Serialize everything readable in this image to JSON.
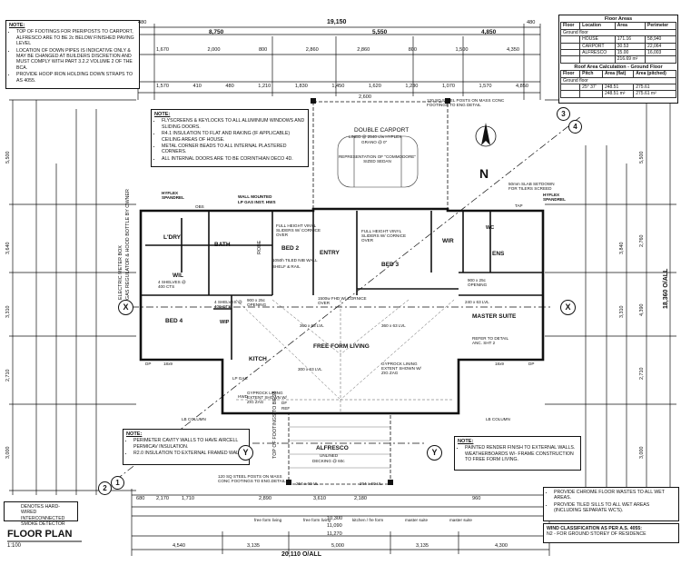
{
  "top_notes": {
    "title": "NOTE:",
    "items": [
      "TOP OF FOOTINGS FOR PIER/POSTS TO CARPORT, ALFRESCO ARE TO BE 2c BELOW FINISHED PAVING LEVEL",
      "LOCATION OF DOWN PIPES IS INDICATIVE ONLY & MAY BE CHANGED AT BUILDERS DISCRETION AND MUST COMPLY WITH PART 3.2.2 VOLUME 2 OF THE BCA.",
      "PROVIDE HOOP IRON HOLDING DOWN STRAPS TO AS 4055."
    ]
  },
  "floor_areas": {
    "title": "Floor Areas",
    "headers": [
      "Floor",
      "Location",
      "Area",
      "Perimeter"
    ],
    "group": "Ground floor",
    "rows": [
      [
        "",
        "HOUSE",
        "171.16",
        "58,940"
      ],
      [
        "",
        "CARPORT",
        "30.53",
        "22,064"
      ],
      [
        "",
        "ALFRESCO",
        "15.00",
        "16,003"
      ],
      [
        "",
        "",
        "216.69 m²",
        ""
      ]
    ]
  },
  "roof_areas": {
    "title": "Roof Area Calculation - Ground Floor",
    "headers": [
      "Floor",
      "Pitch",
      "Area (flat)",
      "Area (pitched)"
    ],
    "group": "Ground floor",
    "rows": [
      [
        "",
        "25° 37'",
        "248.51",
        "275.61"
      ],
      [
        "",
        "",
        "248.51 m²",
        "275.61 m²"
      ]
    ]
  },
  "mid_notes": {
    "title": "NOTE:",
    "items": [
      "FLYSCREENS & KEYLOCKS TO ALL ALUMINIUM WINDOWS AND SLIDING DOORS.",
      "R4.1 INSULATION TO FLAT AND RAKING (IF APPLICABLE) CEILING AREAS OF HOUSE.",
      "METAL CORNER BEADS TO ALL INTERNAL PLASTERED CORNERS.",
      "ALL INTERNAL DOORS ARE TO BE CORINTHIAN DECO 4D."
    ]
  },
  "carport": {
    "label": "DOUBLE CARPORT",
    "line2": "LINED @ 2540 c/w HYFLEX",
    "line3": "GRANO @ 0\"",
    "rep": "REPRESENTATION OF \"COMMODORE\" SIZED SEDAN",
    "posts": "120 SQ STEEL POSTS ON MASS CONC FOOTINGS TO ENG DETAIL"
  },
  "north": {
    "label": "N"
  },
  "rooms": {
    "bed2": "BED 2",
    "bed3": "BED 3",
    "bed4": "BED 4",
    "entry": "ENTRY",
    "master": "MASTER SUITE",
    "living": "FREE FORM LIVING",
    "kitchen": "KITCH",
    "wir": "WIR",
    "ldry": "L'DRY",
    "bath": "BATH",
    "ens": "ENS",
    "wc": "WC",
    "wil": "WIL",
    "alfresco": "ALFRESCO",
    "alfresco_sub": "UNLINED",
    "alfresco_sub2": "DECKING @ 60c",
    "robe": "ROBE"
  },
  "labels": {
    "wall_mounted": "WALL MOUNTED",
    "gas_inst": "LP GAS INST. HWS",
    "hyflex_left": "HYFLEX SPANDREL",
    "hyflex_right": "HYFLEX SPANDREL",
    "slab_setdown": "50mm SLAB SETDOWN FOR TILERS SCREED",
    "bed2_sliders": "FULL HEIGHT VINYL SLIDERS W/ CORNICE OVER",
    "bed3_sliders": "FULL HEIGHT VINYL SLIDERS W/ CORNICE OVER",
    "nib_wall": "1050h TILED NIB WALL",
    "shelf_rail": "SHELF & RAIL",
    "shelves_wil": "4 SHELVES @ 400 CTS",
    "shelves_wip": "4 SHELVES @ 400 CTS",
    "opening_l": "900 x 25c OPENING",
    "opening_r": "900 x 25c OPENING",
    "cornice_over": "1500w FHD W/ CORNICE OVER",
    "refer_detail": "REFER TO DETAIL ANC. SHT 2",
    "gyprock_l": "GYPROCK LINING EXTENT SHOWN W/ ZIG ZAG",
    "gyprock_r": "GYPROCK LINING EXTENT SHOWN W/ ZIG ZAG",
    "lb_left": "LB COLUMN",
    "lb_right": "LB COLUMN",
    "electric_meter": "ELECTRIC METER BOX",
    "gas_regulator": "GAS REGULATOR & HOOD BOTTLE BY OWNER",
    "alfresco_posts": "120 SQ STEEL POSTS ON MASS CONC FOOTINGS TO ENG.DETAIL",
    "top_footings": "TOP OF FOOTINGS TO BE 25",
    "wip": "WIP",
    "obs_a": "OBS",
    "tap": "TAP",
    "df": "DF",
    "ref": "REF",
    "lpgas": "LP GAS",
    "hwd": "HWD"
  },
  "perimeter_note": {
    "title": "NOTE:",
    "items": [
      "PERIMETER CAVITY WALLS TO HAVE AIRCELL PERMICAV INSULATION.",
      "R2.0 INSULATION TO EXTERNAL FRAMED WALLS."
    ]
  },
  "render_note": {
    "title": "NOTE:",
    "items": [
      "PAINTED RENDER FINISH TO EXTERNAL WALLS. WEATHERBOARDS W/- FRAME CONSTRUCTION TO FREE FORM LIVING."
    ]
  },
  "chrome_note": {
    "items": [
      "PROVIDE CHROME FLOOR WASTES TO ALL WET AREAS.",
      "PROVIDE TILED SILLS TO ALL WET AREAS (INCLUDING SEPARATE WC'S)."
    ]
  },
  "wind": {
    "title": "WIND CLASSIFICATION AS PER A.S. 4055:",
    "value": "N2 - FOR GROUND STOREY OF RESIDENCE"
  },
  "smoke": {
    "text": "DENOTES HARD-WIRED INTERCONNECTED SMOKE DETECTOR"
  },
  "floor_plan": {
    "title": "FLOOR PLAN",
    "scale": "1:100"
  },
  "sections": {
    "x": "X",
    "y": "Y",
    "s1": "1",
    "s2": "2",
    "s3": "3",
    "s4": "4"
  },
  "dims": {
    "top_overall": "19,150",
    "top_480_l": "480",
    "top_480_r": "480",
    "top_8750": "8,750",
    "top_5550": "5,550",
    "top_4850": "4,850",
    "top_2": "2,600",
    "bot_overall": "20,110 O/ALL",
    "bot_4540": "4,540",
    "bot_3135_a": "3,135",
    "bot_5000": "5,000",
    "bot_3135_b": "3,135",
    "bot_4300": "4,300",
    "bot_11270": "11,270",
    "bot_10300": "10,300",
    "bot_11090": "11,090",
    "bot_680": "680",
    "bot_1710": "1,710",
    "bot_2890": "2,890",
    "bot_3610": "3,610",
    "bot_2180": "2,180",
    "bot_2170": "2,170",
    "bot_960": "960",
    "right_overall": "18,360 O/ALL",
    "right_5500": "5,500",
    "right_3840": "3,840",
    "right_2760": "2,760",
    "right_3310": "3,310",
    "right_4390": "4,390",
    "right_2710": "2,710",
    "right_3000": "3,000",
    "left_5500": "5,500",
    "left_3640": "3,640",
    "left_3310": "3,310",
    "left_2710": "2,710",
    "left_3000": "3,000",
    "row_a": [
      "1,670",
      "2,000",
      "800",
      "2,860",
      "2,860",
      "800",
      "1,500",
      "4,350"
    ],
    "row_b": [
      "1,570",
      "410",
      "480",
      "1,210",
      "1,830",
      "1,450",
      "1,620",
      "1,230",
      "1,070",
      "1,570",
      "4,850"
    ],
    "alf_dims": [
      "264 x 60 UL",
      "264 x 60 UL"
    ],
    "living_dims": [
      "360 x 63 LVL",
      "300 x 63 LVL",
      "360 x 63 LVL",
      "240 x 63 LVL"
    ],
    "bed4_dim": "18x9",
    "master_dim": "18x9",
    "dp_left": "DP",
    "dp_right": "DP",
    "bottom_sub": [
      "free form living",
      "free form living",
      "kitchen / fre form",
      "master suite",
      "master suite"
    ]
  }
}
